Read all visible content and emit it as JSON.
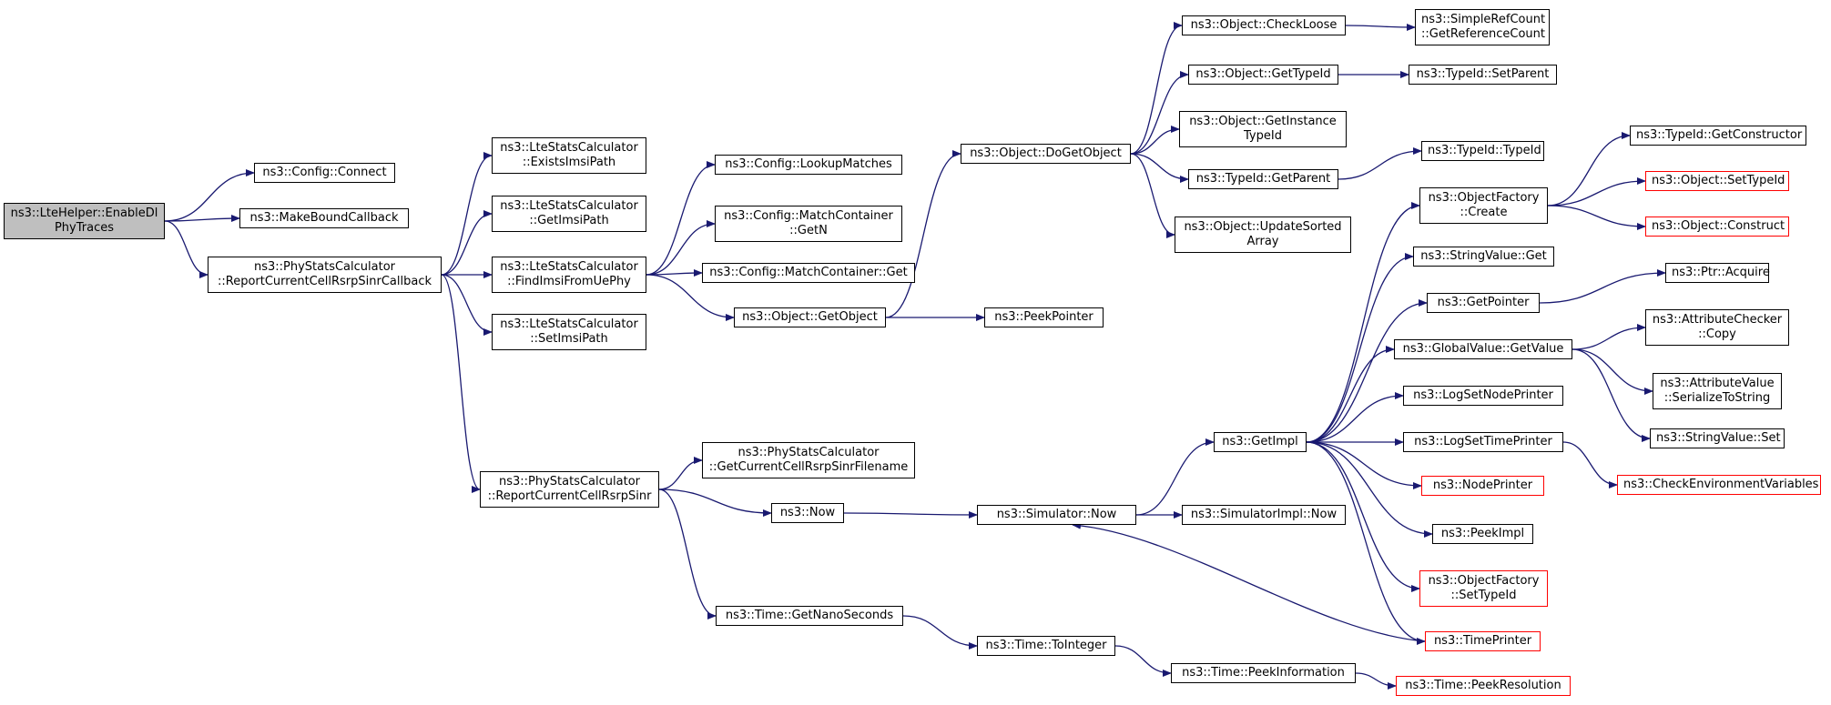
{
  "colors": {
    "edge": "#191970",
    "root_fill": "#bfbfbf",
    "node_border": "#000000",
    "incomplete_border": "#ff0000",
    "background": "#ffffff"
  },
  "nodes": [
    {
      "id": "n0",
      "lines": [
        "ns3::LteHelper::EnableDl",
        "PhyTraces"
      ],
      "root": true
    },
    {
      "id": "n1",
      "lines": [
        "ns3::Config::Connect"
      ]
    },
    {
      "id": "n2",
      "lines": [
        "ns3::MakeBoundCallback"
      ]
    },
    {
      "id": "n3",
      "lines": [
        "ns3::PhyStatsCalculator",
        "::ReportCurrentCellRsrpSinrCallback"
      ]
    },
    {
      "id": "n4",
      "lines": [
        "ns3::LteStatsCalculator",
        "::ExistsImsiPath"
      ]
    },
    {
      "id": "n5",
      "lines": [
        "ns3::LteStatsCalculator",
        "::GetImsiPath"
      ]
    },
    {
      "id": "n6",
      "lines": [
        "ns3::LteStatsCalculator",
        "::FindImsiFromUePhy"
      ]
    },
    {
      "id": "n7",
      "lines": [
        "ns3::LteStatsCalculator",
        "::SetImsiPath"
      ]
    },
    {
      "id": "n8",
      "lines": [
        "ns3::PhyStatsCalculator",
        "::ReportCurrentCellRsrpSinr"
      ]
    },
    {
      "id": "n9",
      "lines": [
        "ns3::Config::LookupMatches"
      ]
    },
    {
      "id": "n10",
      "lines": [
        "ns3::Config::MatchContainer",
        "::GetN"
      ]
    },
    {
      "id": "n11",
      "lines": [
        "ns3::Config::MatchContainer::Get"
      ]
    },
    {
      "id": "n12",
      "lines": [
        "ns3::Object::GetObject"
      ]
    },
    {
      "id": "n13",
      "lines": [
        "ns3::PhyStatsCalculator",
        "::GetCurrentCellRsrpSinrFilename"
      ]
    },
    {
      "id": "n14",
      "lines": [
        "ns3::Now"
      ]
    },
    {
      "id": "n15",
      "lines": [
        "ns3::Time::GetNanoSeconds"
      ]
    },
    {
      "id": "n16",
      "lines": [
        "ns3::Object::DoGetObject"
      ]
    },
    {
      "id": "n17",
      "lines": [
        "ns3::PeekPointer"
      ]
    },
    {
      "id": "n18",
      "lines": [
        "ns3::Simulator::Now"
      ]
    },
    {
      "id": "n19",
      "lines": [
        "ns3::Time::ToInteger"
      ]
    },
    {
      "id": "n20",
      "lines": [
        "ns3::Object::CheckLoose"
      ]
    },
    {
      "id": "n21",
      "lines": [
        "ns3::Object::GetTypeId"
      ]
    },
    {
      "id": "n22",
      "lines": [
        "ns3::Object::GetInstance",
        "TypeId"
      ]
    },
    {
      "id": "n23",
      "lines": [
        "ns3::TypeId::GetParent"
      ]
    },
    {
      "id": "n24",
      "lines": [
        "ns3::Object::UpdateSorted",
        "Array"
      ]
    },
    {
      "id": "n25",
      "lines": [
        "ns3::GetImpl"
      ]
    },
    {
      "id": "n26",
      "lines": [
        "ns3::SimulatorImpl::Now"
      ]
    },
    {
      "id": "n27",
      "lines": [
        "ns3::Time::PeekInformation"
      ]
    },
    {
      "id": "n28",
      "lines": [
        "ns3::SimpleRefCount",
        "::GetReferenceCount"
      ]
    },
    {
      "id": "n29",
      "lines": [
        "ns3::TypeId::SetParent"
      ]
    },
    {
      "id": "n30",
      "lines": [
        "ns3::TypeId::TypeId"
      ]
    },
    {
      "id": "n31",
      "lines": [
        "ns3::ObjectFactory",
        "::Create"
      ]
    },
    {
      "id": "n32",
      "lines": [
        "ns3::StringValue::Get"
      ]
    },
    {
      "id": "n33",
      "lines": [
        "ns3::GetPointer"
      ]
    },
    {
      "id": "n34",
      "lines": [
        "ns3::GlobalValue::GetValue"
      ]
    },
    {
      "id": "n35",
      "lines": [
        "ns3::LogSetNodePrinter"
      ]
    },
    {
      "id": "n36",
      "lines": [
        "ns3::LogSetTimePrinter"
      ]
    },
    {
      "id": "n37",
      "lines": [
        "ns3::NodePrinter"
      ],
      "incomplete": true
    },
    {
      "id": "n38",
      "lines": [
        "ns3::PeekImpl"
      ]
    },
    {
      "id": "n39",
      "lines": [
        "ns3::ObjectFactory",
        "::SetTypeId"
      ],
      "incomplete": true
    },
    {
      "id": "n40",
      "lines": [
        "ns3::TimePrinter"
      ],
      "incomplete": true
    },
    {
      "id": "n41",
      "lines": [
        "ns3::Time::PeekResolution"
      ],
      "incomplete": true
    },
    {
      "id": "n42",
      "lines": [
        "ns3::TypeId::GetConstructor"
      ]
    },
    {
      "id": "n43",
      "lines": [
        "ns3::Object::SetTypeId"
      ],
      "incomplete": true
    },
    {
      "id": "n44",
      "lines": [
        "ns3::Object::Construct"
      ],
      "incomplete": true
    },
    {
      "id": "n45",
      "lines": [
        "ns3::Ptr::Acquire"
      ]
    },
    {
      "id": "n46",
      "lines": [
        "ns3::AttributeChecker",
        "::Copy"
      ]
    },
    {
      "id": "n47",
      "lines": [
        "ns3::AttributeValue",
        "::SerializeToString"
      ]
    },
    {
      "id": "n48",
      "lines": [
        "ns3::StringValue::Set"
      ]
    },
    {
      "id": "n49",
      "lines": [
        "ns3::CheckEnvironmentVariables"
      ],
      "incomplete": true
    }
  ],
  "edges": [
    [
      "n0",
      "n1"
    ],
    [
      "n0",
      "n2"
    ],
    [
      "n0",
      "n3"
    ],
    [
      "n3",
      "n4"
    ],
    [
      "n3",
      "n5"
    ],
    [
      "n3",
      "n6"
    ],
    [
      "n3",
      "n7"
    ],
    [
      "n3",
      "n8"
    ],
    [
      "n6",
      "n9"
    ],
    [
      "n6",
      "n10"
    ],
    [
      "n6",
      "n11"
    ],
    [
      "n6",
      "n12"
    ],
    [
      "n8",
      "n13"
    ],
    [
      "n8",
      "n14"
    ],
    [
      "n8",
      "n15"
    ],
    [
      "n12",
      "n16"
    ],
    [
      "n12",
      "n17"
    ],
    [
      "n14",
      "n18"
    ],
    [
      "n15",
      "n19"
    ],
    [
      "n16",
      "n20"
    ],
    [
      "n16",
      "n21"
    ],
    [
      "n16",
      "n22"
    ],
    [
      "n16",
      "n23"
    ],
    [
      "n16",
      "n24"
    ],
    [
      "n18",
      "n25"
    ],
    [
      "n18",
      "n26"
    ],
    [
      "n19",
      "n27"
    ],
    [
      "n20",
      "n28"
    ],
    [
      "n21",
      "n29"
    ],
    [
      "n23",
      "n30"
    ],
    [
      "n25",
      "n31"
    ],
    [
      "n25",
      "n32"
    ],
    [
      "n25",
      "n33"
    ],
    [
      "n25",
      "n34"
    ],
    [
      "n25",
      "n35"
    ],
    [
      "n25",
      "n36"
    ],
    [
      "n25",
      "n37"
    ],
    [
      "n25",
      "n38"
    ],
    [
      "n25",
      "n39"
    ],
    [
      "n25",
      "n40"
    ],
    [
      "n27",
      "n41"
    ],
    [
      "n31",
      "n42"
    ],
    [
      "n31",
      "n43"
    ],
    [
      "n31",
      "n44"
    ],
    [
      "n33",
      "n45"
    ],
    [
      "n34",
      "n46"
    ],
    [
      "n34",
      "n47"
    ],
    [
      "n34",
      "n48"
    ],
    [
      "n36",
      "n49"
    ],
    [
      "n40",
      "n18"
    ]
  ]
}
